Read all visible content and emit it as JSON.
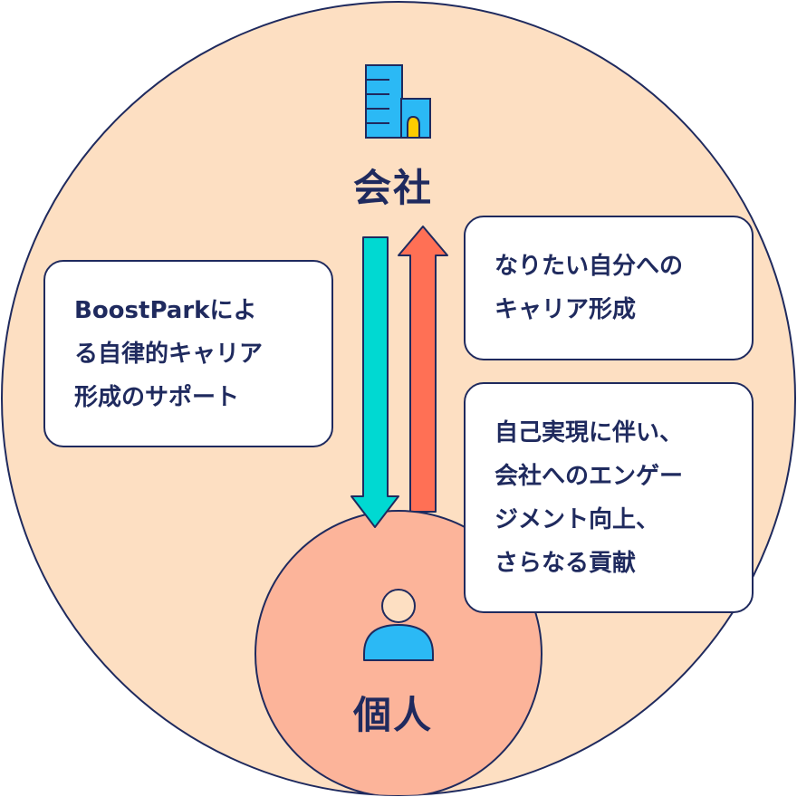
{
  "colors": {
    "outer_fill": "#fddfc2",
    "inner_fill": "#fcb49a",
    "stroke": "#1f2a5e",
    "down_arrow": "#00d9d2",
    "up_arrow": "#ff7055",
    "icon_blue": "#2bb9f5",
    "icon_yellow": "#ffcc00",
    "text": "#1f2a5e"
  },
  "nodes": {
    "company": {
      "label": "会社",
      "icon": "building-icon"
    },
    "individual": {
      "label": "個人",
      "icon": "person-icon"
    }
  },
  "notes": {
    "left": {
      "lines": [
        "BoostParkによ",
        "る自律的キャリア",
        "形成のサポート"
      ]
    },
    "right_top": {
      "lines": [
        "なりたい自分への",
        "キャリア形成"
      ]
    },
    "right_bottom": {
      "lines": [
        "自己実現に伴い、",
        "会社へのエンゲー",
        "ジメント向上、",
        "さらなる貢献"
      ]
    }
  },
  "arrows": {
    "down": {
      "from": "company",
      "to": "individual"
    },
    "up": {
      "from": "individual",
      "to": "company"
    }
  }
}
